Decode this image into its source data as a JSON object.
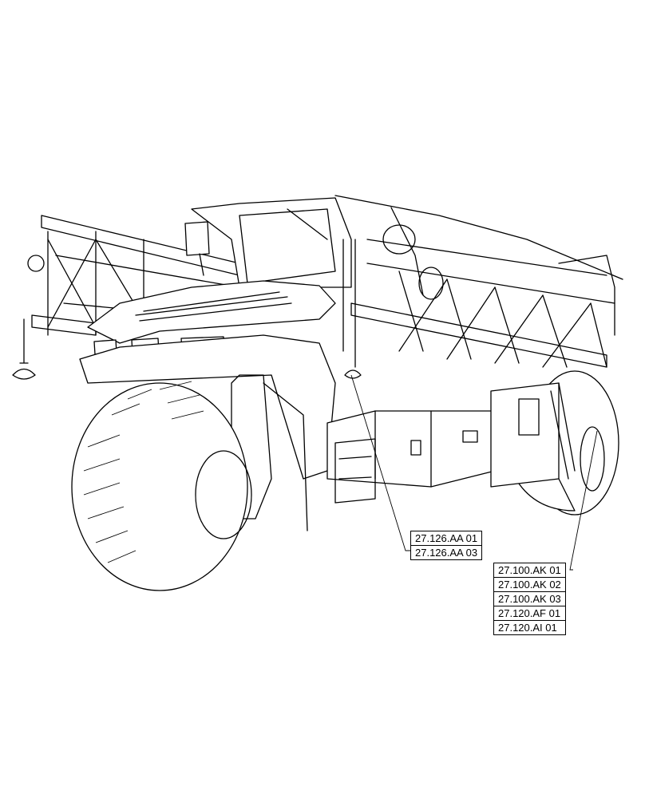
{
  "diagram": {
    "subject": "self-propelled sprayer line illustration",
    "groups": [
      {
        "id": "group-a",
        "references": [
          "27.126.AA 01",
          "27.126.AA 03"
        ]
      },
      {
        "id": "group-b",
        "references": [
          "27.100.AK 01",
          "27.100.AK 02",
          "27.100.AK 03",
          "27.120.AF 01",
          "27.120.AI 01"
        ]
      }
    ]
  },
  "colors": {
    "line": "#000000",
    "background": "#ffffff"
  }
}
